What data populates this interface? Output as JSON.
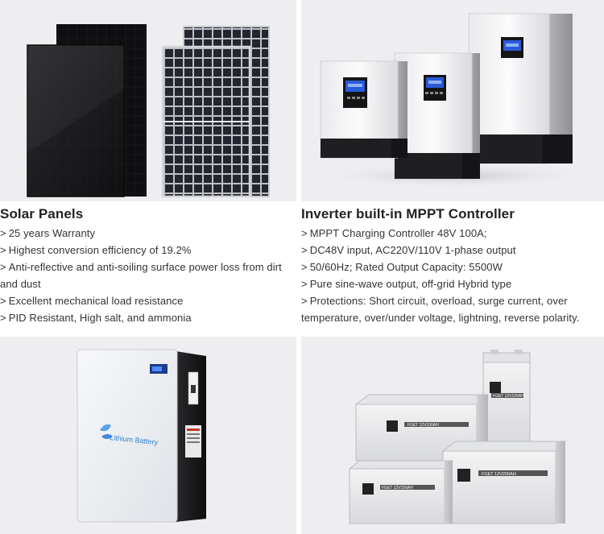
{
  "products": [
    {
      "title": "Solar Panels",
      "features": [
        "25 years Warranty",
        "Highest conversion efficiency of 19.2%",
        "Anti-reflective and anti-soiling surface power loss from dirt and dust",
        "Excellent mechanical load resistance",
        "PID Resistant, High salt, and ammonia"
      ]
    },
    {
      "title": "Inverter built-in MPPT Controller",
      "features": [
        "MPPT Charging Controller 48V 100A;",
        "DC48V input, AC220V/110V 1-phase output",
        "50/60Hz; Rated Output Capacity: 5500W",
        "Pure sine-wave output, off-grid Hybrid type",
        "Protections: Short circuit, overload, surge current, over temperature, over/under voltage, lightning, reverse polarity."
      ]
    }
  ],
  "bullet": ">",
  "battery_label": "Lithium Battery",
  "battery_brand_text": [
    "FGET 12V100AH",
    "FGET 12V100AH",
    "FGET 12V200AH",
    "FGET 12V150AH"
  ],
  "colors": {
    "tile_background": "#eeedf0",
    "heading": "#222222",
    "body_text": "#333333",
    "lcd_blue": "#2a5bd7"
  }
}
